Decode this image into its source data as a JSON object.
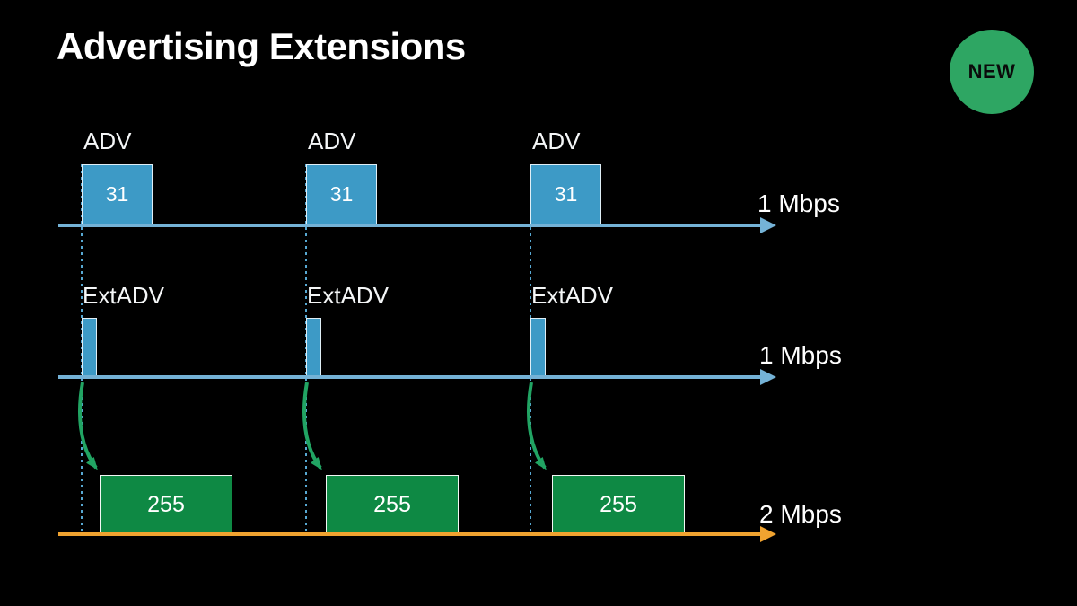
{
  "slide_title": "Advertising Extensions",
  "badge": {
    "label": "NEW",
    "color": "#2EA663"
  },
  "colors": {
    "background": "#000000",
    "packet_blue": "#3D9AC6",
    "timeline_blue": "#74B2D6",
    "dotted_guide_blue": "#57A8D2",
    "packet_green": "#0E8944",
    "arrow_green": "#21A463",
    "timeline_orange": "#F0A330",
    "text": "#FFFFFF"
  },
  "diagram": {
    "repetitions": 3,
    "rows": {
      "adv": {
        "label": "ADV",
        "value": "31",
        "rate_label": "1 Mbps"
      },
      "extadv": {
        "label": "ExtADV",
        "rate_label": "1 Mbps"
      },
      "extdata": {
        "value": "255",
        "rate_label": "2 Mbps"
      }
    }
  }
}
